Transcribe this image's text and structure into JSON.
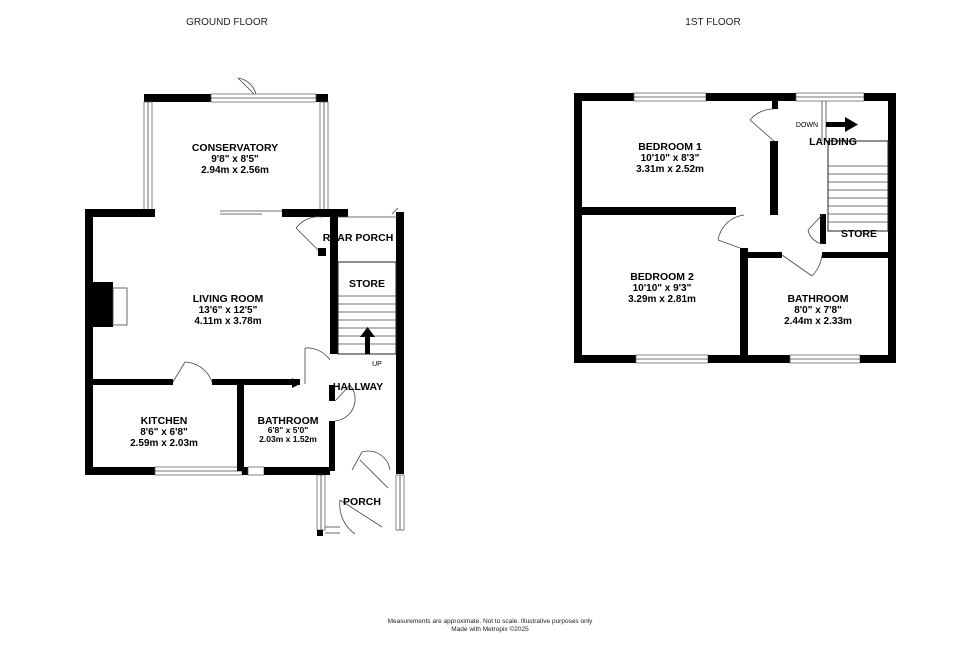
{
  "floors": {
    "ground": {
      "title": "GROUND FLOOR",
      "rooms": {
        "conservatory": {
          "name": "CONSERVATORY",
          "imperial": "9'8\"  x 8'5\"",
          "metric": "2.94m  x 2.56m"
        },
        "living_room": {
          "name": "LIVING ROOM",
          "imperial": "13'6\"  x 12'5\"",
          "metric": "4.11m  x 3.78m"
        },
        "kitchen": {
          "name": "KITCHEN",
          "imperial": "8'6\"  x 6'8\"",
          "metric": "2.59m  x 2.03m"
        },
        "bathroom": {
          "name": "BATHROOM",
          "imperial": "6'8\"  x 5'0\"",
          "metric": "2.03m  x 1.52m"
        },
        "rear_porch": {
          "name": "REAR PORCH"
        },
        "store": {
          "name": "STORE"
        },
        "hallway": {
          "name": "HALLWAY"
        },
        "porch": {
          "name": "PORCH"
        }
      },
      "stair_label": "UP"
    },
    "first": {
      "title": "1ST FLOOR",
      "rooms": {
        "bedroom1": {
          "name": "BEDROOM 1",
          "imperial": "10'10\"  x 8'3\"",
          "metric": "3.31m  x 2.52m"
        },
        "bedroom2": {
          "name": "BEDROOM 2",
          "imperial": "10'10\"  x 9'3\"",
          "metric": "3.29m  x 2.81m"
        },
        "bathroom": {
          "name": "BATHROOM",
          "imperial": "8'0\"  x 7'8\"",
          "metric": "2.44m  x 2.33m"
        },
        "landing": {
          "name": "LANDING"
        },
        "store": {
          "name": "STORE"
        }
      },
      "stair_label": "DOWN"
    }
  },
  "footer": {
    "line1": "Measurements are approximate.  Not to scale.  Illustrative purposes only",
    "line2": "Made with Metropix ©2025"
  }
}
